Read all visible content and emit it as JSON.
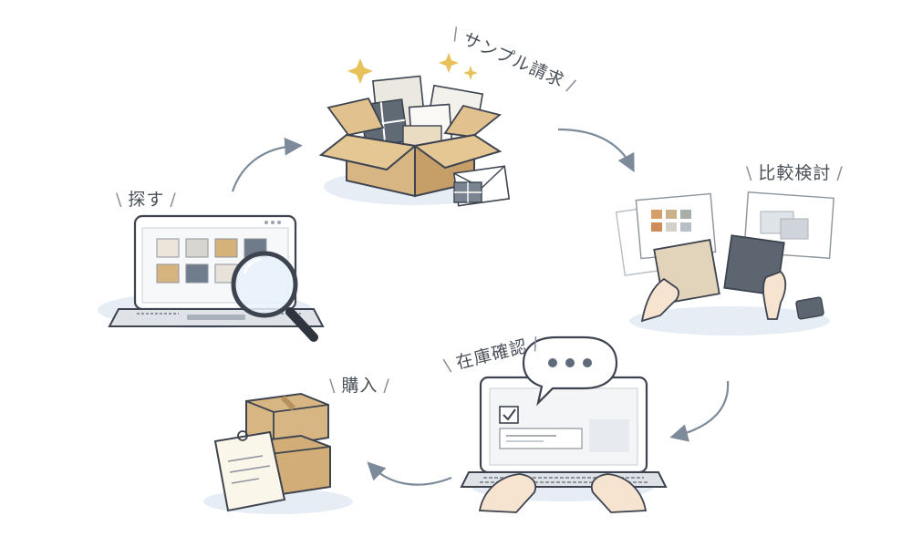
{
  "steps": [
    {
      "id": "search",
      "label": "探す"
    },
    {
      "id": "sample",
      "label": "サンプル請求"
    },
    {
      "id": "compare",
      "label": "比較検討"
    },
    {
      "id": "stock",
      "label": "在庫確認"
    },
    {
      "id": "purchase",
      "label": "購入"
    }
  ],
  "colors": {
    "arrow": "#7c8a9a",
    "outline": "#3d4450",
    "cardboard": "#d8b684",
    "cardboard_dark": "#b98f5c",
    "shadow": "#e3eaf2",
    "skin": "#f6e3d0",
    "sparkle": "#e9c15a"
  },
  "icons": [
    "laptop-icon",
    "magnifier-icon",
    "box-icon",
    "sparkle-icon",
    "hands-icon",
    "chat-bubble-icon",
    "cardboard-boxes-icon",
    "clipboard-icon"
  ]
}
